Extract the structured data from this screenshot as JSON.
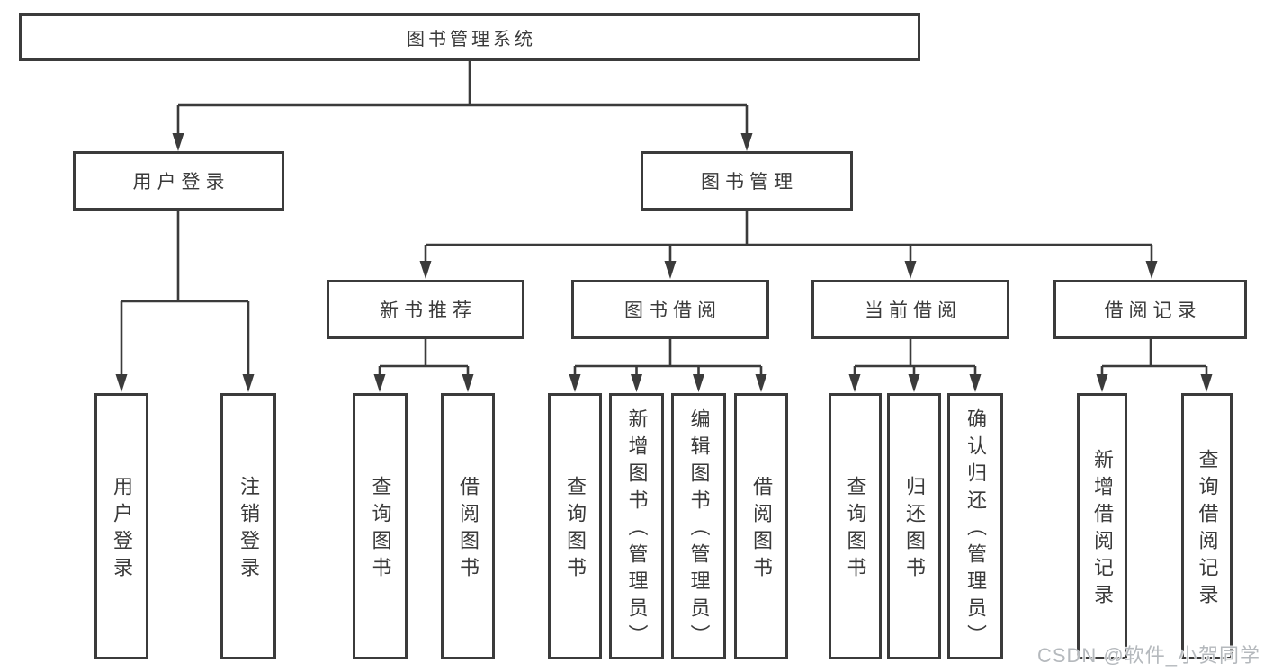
{
  "diagram": {
    "title": "图书管理系统",
    "level2": [
      {
        "label": "用户登录"
      },
      {
        "label": "图书管理"
      }
    ],
    "level3": [
      {
        "label": "新书推荐",
        "parent": "图书管理"
      },
      {
        "label": "图书借阅",
        "parent": "图书管理"
      },
      {
        "label": "当前借阅",
        "parent": "图书管理"
      },
      {
        "label": "借阅记录",
        "parent": "图书管理"
      }
    ],
    "leaves": [
      {
        "label": "用户登录",
        "parent": "用户登录"
      },
      {
        "label": "注销登录",
        "parent": "用户登录"
      },
      {
        "label": "查询图书",
        "parent": "新书推荐"
      },
      {
        "label": "借阅图书",
        "parent": "新书推荐"
      },
      {
        "label": "查询图书",
        "parent": "图书借阅"
      },
      {
        "label": "新增图书（管理员）",
        "parent": "图书借阅"
      },
      {
        "label": "编辑图书（管理员）",
        "parent": "图书借阅"
      },
      {
        "label": "借阅图书",
        "parent": "图书借阅"
      },
      {
        "label": "查询图书",
        "parent": "当前借阅"
      },
      {
        "label": "归还图书",
        "parent": "当前借阅"
      },
      {
        "label": "确认归还（管理员）",
        "parent": "当前借阅"
      },
      {
        "label": "新增借阅记录",
        "parent": "借阅记录"
      },
      {
        "label": "查询借阅记录",
        "parent": "借阅记录"
      }
    ],
    "watermark": "CSDN @软件_小贺同学",
    "colors": {
      "line": "#3b3b3b",
      "text": "#3a3a3a",
      "watermark": "#b5b9bd",
      "background": "#ffffff"
    }
  }
}
